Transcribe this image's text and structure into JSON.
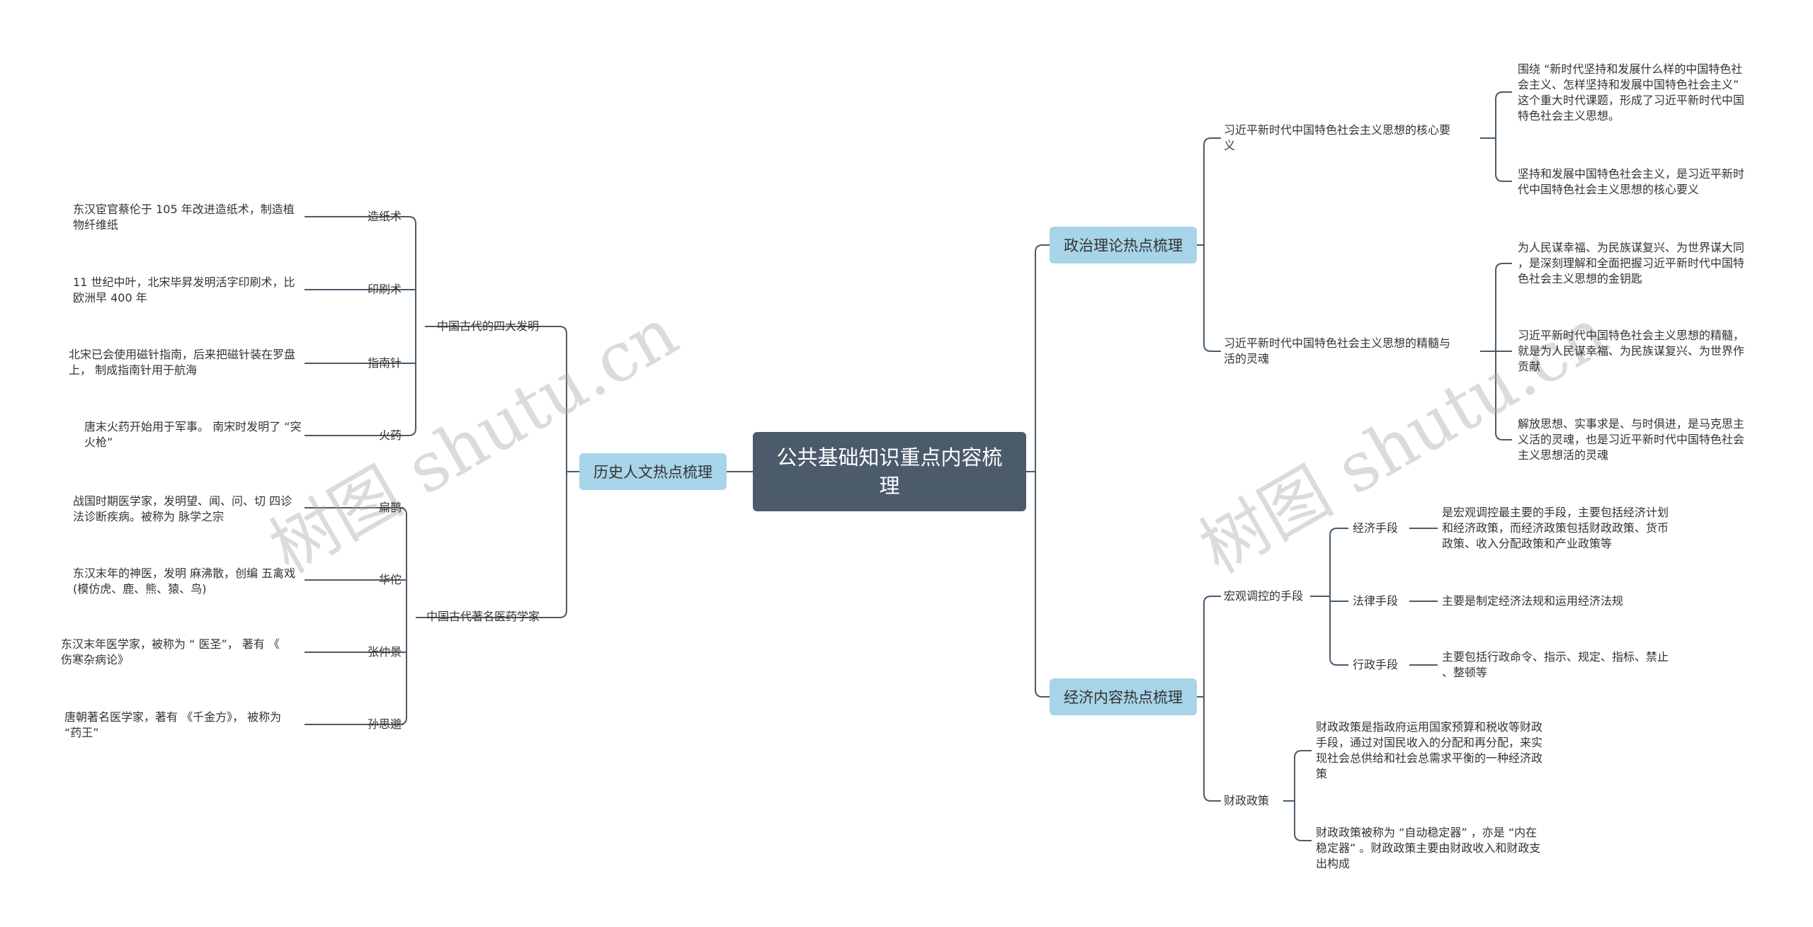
{
  "root": {
    "title": "公共基础知识重点内容梳理"
  },
  "watermarks": [
    "树图 shutu.cn",
    "树图 shutu.cn"
  ],
  "left": {
    "label": "历史人文热点梳理",
    "groups": [
      {
        "label": "中国古代的四大发明",
        "items": [
          {
            "name": "造纸术",
            "desc": [
              "东汉宦官蔡伦于 105 年改进造纸术，制造植",
              "物纤维纸"
            ]
          },
          {
            "name": "印刷术",
            "desc": [
              "11 世纪中叶，北宋毕昇发明活字印刷术，比",
              "欧洲早 400 年"
            ]
          },
          {
            "name": "指南针",
            "desc": [
              "北宋已会使用磁针指南，后来把磁针装在罗盘",
              "上， 制成指南针用于航海"
            ]
          },
          {
            "name": "火药",
            "desc": [
              "唐末火药开始用于军事。 南宋时发明了 “突",
              "火枪”"
            ]
          }
        ]
      },
      {
        "label": "中国古代著名医药学家",
        "items": [
          {
            "name": "扁鹊",
            "desc": [
              "战国时期医学家，发明望、闻、问、切 四诊",
              "法诊断疾病。被称为 脉学之宗"
            ]
          },
          {
            "name": "华佗",
            "desc": [
              "东汉末年的神医，发明 麻沸散，创编 五禽戏",
              "(模仿虎、鹿、熊、猿、鸟)"
            ]
          },
          {
            "name": "张仲景",
            "desc": [
              "东汉末年医学家，被称为 “ 医圣”， 著有 《",
              "伤寒杂病论》"
            ]
          },
          {
            "name": "孙思邈",
            "desc": [
              "唐朝著名医学家，著有 《千金方》， 被称为",
              "“药王”"
            ]
          }
        ]
      }
    ]
  },
  "right": [
    {
      "label": "政治理论热点梳理",
      "groups": [
        {
          "label": [
            "习近平新时代中国特色社会主义思想的核心要",
            "义"
          ],
          "items": [
            [
              "围绕 “新时代坚持和发展什么样的中国特色社",
              "会主义、怎样坚持和发展中国特色社会主义”",
              "这个重大时代课题，形成了习近平新时代中国",
              "特色社会主义思想。"
            ],
            [
              "坚持和发展中国特色社会主义，是习近平新时",
              "代中国特色社会主义思想的核心要义"
            ]
          ]
        },
        {
          "label": [
            "习近平新时代中国特色社会主义思想的精髓与",
            "活的灵魂"
          ],
          "items": [
            [
              "为人民谋幸福、为民族谋复兴、为世界谋大同",
              "，是深刻理解和全面把握习近平新时代中国特",
              "色社会主义思想的金钥匙"
            ],
            [
              "习近平新时代中国特色社会主义思想的精髓，",
              "就是为人民谋幸福、为民族谋复兴、为世界作",
              "贡献"
            ],
            [
              "解放思想、实事求是、与时俱进，是马克思主",
              "义活的灵魂，也是习近平新时代中国特色社会",
              "主义思想活的灵魂"
            ]
          ]
        }
      ]
    },
    {
      "label": "经济内容热点梳理",
      "groups": [
        {
          "label": [
            "宏观调控的手段"
          ],
          "subs": [
            {
              "name": "经济手段",
              "desc": [
                "是宏观调控最主要的手段，主要包括经济计划",
                "和经济政策，而经济政策包括财政政策、货币",
                "政策、收入分配政策和产业政策等"
              ]
            },
            {
              "name": "法律手段",
              "desc": [
                "主要是制定经济法规和运用经济法规"
              ]
            },
            {
              "name": "行政手段",
              "desc": [
                "主要包括行政命令、指示、规定、指标、禁止",
                "、整顿等"
              ]
            }
          ]
        },
        {
          "label": [
            "财政政策"
          ],
          "items": [
            [
              "财政政策是指政府运用国家预算和税收等财政",
              "手段，通过对国民收入的分配和再分配，来实",
              "现社会总供给和社会总需求平衡的一种经济政",
              "策"
            ],
            [
              "财政政策被称为 “自动稳定器” ，亦是 “内在",
              "稳定器” 。财政政策主要由财政收入和财政支",
              "出构成"
            ]
          ]
        }
      ]
    }
  ]
}
